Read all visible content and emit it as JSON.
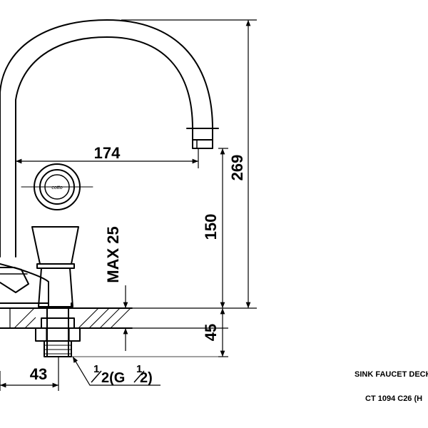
{
  "dimensions": {
    "spout_reach": "174",
    "total_height": "269",
    "outlet_height": "150",
    "deck_thickness_max": "MAX 25",
    "shank_length": "45",
    "base_offset": "43",
    "thread_num": "1",
    "thread_mid": "2(G",
    "thread_num2": "1",
    "thread_den2": "2)"
  },
  "title_block": {
    "line1": "SINK FAUCET DECK",
    "line2": "CT 1094 C26 (H"
  },
  "logo_text": "cotto"
}
